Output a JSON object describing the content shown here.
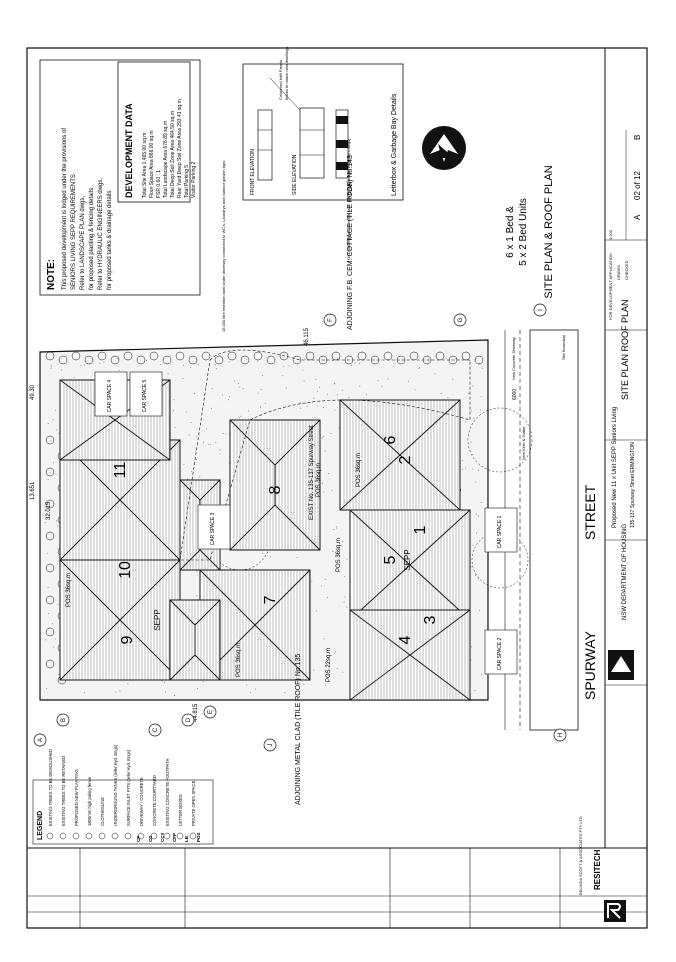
{
  "notes": {
    "heading": "NOTE:",
    "lines": [
      "This proposed development is lodged under the provisions of",
      "SENIORS LIVING SEPP REQUIREMENTS",
      "Refer to LANDSCAPE PLAN dwgs,",
      "for proposed planting & fencing details",
      "Refer to HYDRAULIC ENGINEERS dwgs,",
      "for proposed tanks & drainage details"
    ]
  },
  "development_data": {
    "title": "DEVELOPMENT DATA",
    "rows": [
      {
        "label": "Total Site Area",
        "value": "1,465.00 sq.m"
      },
      {
        "label": "Floor Space Area",
        "value": "866.00 sq.m"
      },
      {
        "label": "FSR",
        "value": "0.60 : 1"
      },
      {
        "label": "Total Landscape Area",
        "value": "676.89 sq.m"
      },
      {
        "label": "Total Deep Soil Zone Area",
        "value": "464.50 sq.m"
      },
      {
        "label": "Rear Yard Deep Soil Zone Area",
        "value": "293.41 sq.m"
      },
      {
        "label": "Total Parking",
        "value": "5"
      },
      {
        "label": "Visitor Parking",
        "value": "2"
      }
    ]
  },
  "elevations": {
    "front_label": "FRONT ELEVATION",
    "side_label": "SIDE ELEVATION",
    "plan_label": "PLAN",
    "caption": "Letterbox & Garbage Bay Details",
    "note_a": "Colorbond Infill Panels",
    "note_b": "Bricks to match new dwellings"
  },
  "title_block_main": {
    "line1": "6 x 1 Bed &",
    "line2": "5 x 2 Bed Units",
    "line3": "SITE PLAN & ROOF PLAN"
  },
  "plan": {
    "street": "SPURWAY",
    "street_suffix": "STREET",
    "unit_numbers": [
      "1",
      "2",
      "3",
      "4",
      "5",
      "6",
      "7",
      "8",
      "9",
      "10",
      "11"
    ],
    "pos_labels": [
      "POS 36sq.m",
      "POS 36sq.m",
      "POS 22sq.m",
      "POS 36sq.m",
      "POS 36sq.m",
      "POS 36sq.m"
    ],
    "car_spaces": [
      "CAR SPACE 4",
      "CAR SPACE 5",
      "CAR SPACE 3",
      "CAR SPACE 1",
      "CAR SPACE 2"
    ],
    "adjoining_left": "ADJOINING METAL CLAD (TILE ROOF) No.135",
    "adjoining_right": "ADJOINING F.B. CEM. COTTAGE (TILE ROOF) No.143",
    "existing_left": "EXIST No. 135-137 Spurway Street",
    "dim_top": "44.815",
    "dim_bottom": "46.115",
    "dim_side_a": "49.30",
    "dim_side_b": "32.015",
    "dim_side_c": "13.651",
    "sepp": "SEPP",
    "section_markers": [
      "A",
      "B",
      "C",
      "D",
      "E",
      "F",
      "G",
      "H",
      "I",
      "J"
    ],
    "boundary_note": "Site Boundary",
    "tank_note": "15,000 litre retention tank under driveway connected to WC's, Laundrys and outdoor garden taps",
    "osd_note": "OSD underground storage tank. (REFER Hydraulic Engineers dwgs)",
    "new_kerb": "New Kerb & Gutter",
    "driveway": "New Concrete Driveway",
    "dim_frontage": "6000"
  },
  "legend": {
    "title": "LEGEND",
    "items": [
      "EXISTING TREES TO BE DEMOLISHED",
      "EXISTING TREES TO BE RETAINED",
      "PROPOSED NEW PLANTING",
      "1800mm high paling fence",
      "CLOTHESLINE",
      "UNDERGROUND TANKS (refer Hyd. Engs)",
      "SURFACE INLET PITS (refer Hyd. Engs)",
      "DRIVEWAY / CONCRETE",
      "CONCRETE COURTYARD",
      "EXISTING CONCRETE FOOTPATH",
      "LETTER BOXES",
      "PRIVATE OPEN SPACE"
    ],
    "codes": [
      "CP",
      "CD",
      "CCY",
      "CFP",
      "LB",
      "POS"
    ]
  },
  "title_block": {
    "company": "RESITECH",
    "company_sub": "BELINDA SCOTT & ASSOCIATES PTY LTD",
    "client_dept": "NSW DEPARTMENT OF HOUSING",
    "project": "Proposed New 11 x Unit SEPP Seniors Living",
    "address": "135-137 Spurway Street ERMINGTON",
    "drawing_title": "SITE PLAN ROOF PLAN",
    "status": "FOR DEVELOPMENT APPLICATION",
    "sheet": "02 of 12",
    "revision": "B",
    "issue": "A",
    "scale": "1:200",
    "drawn_label": "DRAWN",
    "checked_label": "CHECKED"
  }
}
